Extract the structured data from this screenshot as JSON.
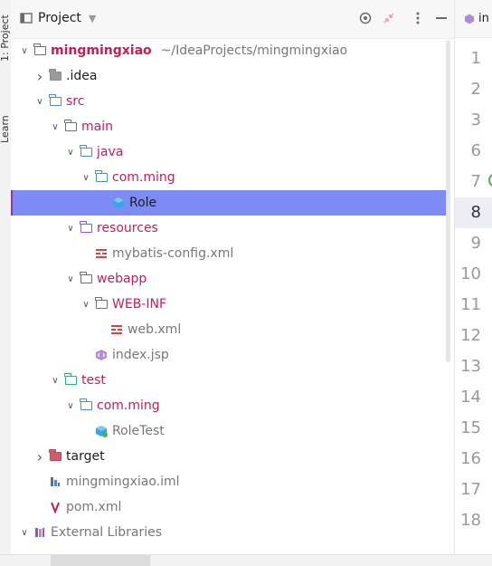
{
  "side_tabs": {
    "project": "1: Project",
    "learn": "Learn"
  },
  "toolbar": {
    "title": "Project",
    "icons": [
      "locate-icon",
      "collapse-icon",
      "more-icon",
      "minimize-icon"
    ]
  },
  "tree": [
    {
      "label": "mingmingxiao",
      "hint": "~/IdeaProjects/mingmingxiao",
      "indent": 0,
      "arrow": "down",
      "icon": "folder-gray",
      "style": "bold"
    },
    {
      "label": ".idea",
      "indent": 1,
      "arrow": "right",
      "icon": "folder-filled-gray",
      "style": "dark"
    },
    {
      "label": "src",
      "indent": 1,
      "arrow": "down",
      "icon": "folder-blue",
      "style": "red"
    },
    {
      "label": "main",
      "indent": 2,
      "arrow": "down",
      "icon": "folder-gray",
      "style": "red"
    },
    {
      "label": "java",
      "indent": 3,
      "arrow": "down",
      "icon": "folder-blue",
      "style": "red"
    },
    {
      "label": "com.ming",
      "indent": 4,
      "arrow": "down",
      "icon": "folder-blue",
      "style": "red"
    },
    {
      "label": "Role",
      "indent": 5,
      "arrow": "",
      "icon": "class",
      "style": "dark",
      "selected": true
    },
    {
      "label": "resources",
      "indent": 3,
      "arrow": "down",
      "icon": "folder-purple",
      "style": "red"
    },
    {
      "label": "mybatis-config.xml",
      "indent": 4,
      "arrow": "",
      "icon": "xml",
      "style": "gray"
    },
    {
      "label": "webapp",
      "indent": 3,
      "arrow": "down",
      "icon": "folder-gray",
      "style": "red"
    },
    {
      "label": "WEB-INF",
      "indent": 4,
      "arrow": "down",
      "icon": "folder-gray",
      "style": "red"
    },
    {
      "label": "web.xml",
      "indent": 5,
      "arrow": "",
      "icon": "xml",
      "style": "gray"
    },
    {
      "label": "index.jsp",
      "indent": 4,
      "arrow": "",
      "icon": "jsp",
      "style": "gray"
    },
    {
      "label": "test",
      "indent": 2,
      "arrow": "down",
      "icon": "folder-test",
      "style": "red"
    },
    {
      "label": "com.ming",
      "indent": 3,
      "arrow": "down",
      "icon": "folder-blue",
      "style": "red"
    },
    {
      "label": "RoleTest",
      "indent": 4,
      "arrow": "",
      "icon": "testclass",
      "style": "gray"
    },
    {
      "label": "target",
      "indent": 1,
      "arrow": "right",
      "icon": "folder-filled-red",
      "style": "dark"
    },
    {
      "label": "mingmingxiao.iml",
      "indent": 1,
      "arrow": "",
      "icon": "iml",
      "style": "gray"
    },
    {
      "label": "pom.xml",
      "indent": 1,
      "arrow": "",
      "icon": "maven",
      "style": "gray"
    },
    {
      "label": "External Libraries",
      "indent": 0,
      "arrow": "down",
      "icon": "libraries",
      "style": "gray"
    }
  ],
  "editor": {
    "tab_label": "in",
    "line_numbers": [
      "1",
      "2",
      "3",
      "6",
      "7",
      "8",
      "9",
      "10",
      "11",
      "12",
      "13",
      "14",
      "15",
      "16",
      "17",
      "18"
    ],
    "current_line": "8"
  }
}
